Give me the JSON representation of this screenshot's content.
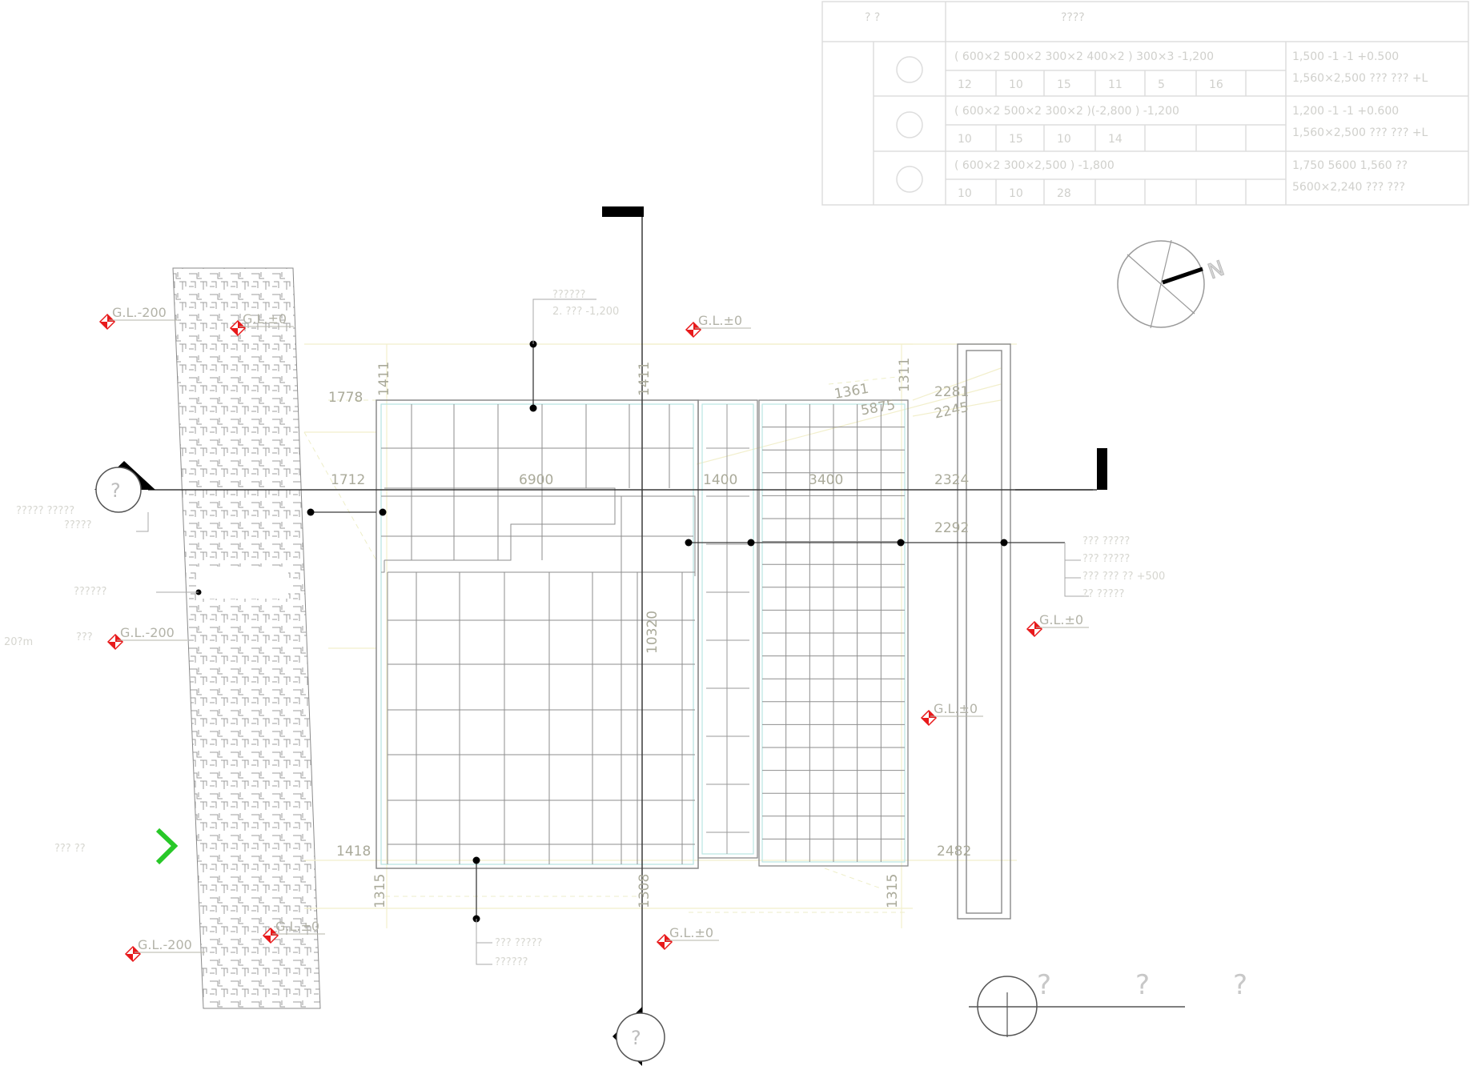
{
  "legend_table": {
    "header": [
      "? ?",
      "????"
    ],
    "rows": [
      {
        "line1": "( 600×2 500×2 300×2 400×2 ) 300×3 -1,200",
        "line2": [
          "12",
          "10",
          "15",
          "11",
          "5",
          "16"
        ],
        "right1": "1,500  -1 -1 +0.500",
        "right2": "1,560×2,500 ??? ??? +L"
      },
      {
        "line1": "( 600×2 500×2 300×2 )(-2,800 )   -1,200",
        "line2": [
          "10",
          "15",
          "10",
          "14"
        ],
        "right1": "1,200  -1 -1 +0.600",
        "right2": "1,560×2,500 ??? ??? +L"
      },
      {
        "line1": "( 600×2 300×2,500 )           -1,800",
        "line2": [
          "10",
          "10",
          "28"
        ],
        "right1": "1,750  5600  1,560 ??",
        "right2": "5600×2,240 ??? ???"
      }
    ]
  },
  "dimensions": {
    "d1411a": "1411",
    "d1411b": "1411",
    "d1311": "1311",
    "d1778": "1778",
    "d1712": "1712",
    "d6900": "6900",
    "d1400": "1400",
    "d3400": "3400",
    "d2324": "2324",
    "d2281": "2281",
    "d2245": "2245",
    "d2292": "2292",
    "d10320": "10320",
    "d1418": "1418",
    "d2482": "2482",
    "d1315a": "1315",
    "d1308": "1308",
    "d1315b": "1315",
    "d1361": "1361",
    "d5875": "5875"
  },
  "level_marks": {
    "gl1": "G.L.-200",
    "gl2": "G.L.±0",
    "gl3": "G.L.±0",
    "gl4": "G.L.-200",
    "gl5": "G.L.±0",
    "gl6": "G.L.±0",
    "gl7": "G.L.-200",
    "gl8": "G.L.±0",
    "gl9": "G.L.±0"
  },
  "notes": {
    "n_top": "??????",
    "n_top2": "2. ??? -1,200",
    "n_left1": "?????  ?????",
    "n_left1b": "?????",
    "n_left2": "??????",
    "n_left3": "20?m",
    "n_left3b": "???",
    "n_left4": "??? ??",
    "n_right1": "??? ?????",
    "n_right2": "??? ?????",
    "n_right3": "??? ??? ?? +500",
    "n_right4": "?? ?????",
    "n_bottom1": "??? ?????",
    "n_bottom2": "??????"
  },
  "symbols": {
    "section_left": "?",
    "section_bottom": "?",
    "scale_q1": "?",
    "scale_q2": "?",
    "scale_q3": "?",
    "north": "N"
  },
  "colors": {
    "level_marker": "#e8191b",
    "entrance_arrow": "#28c828",
    "section_bar": "#000000"
  }
}
